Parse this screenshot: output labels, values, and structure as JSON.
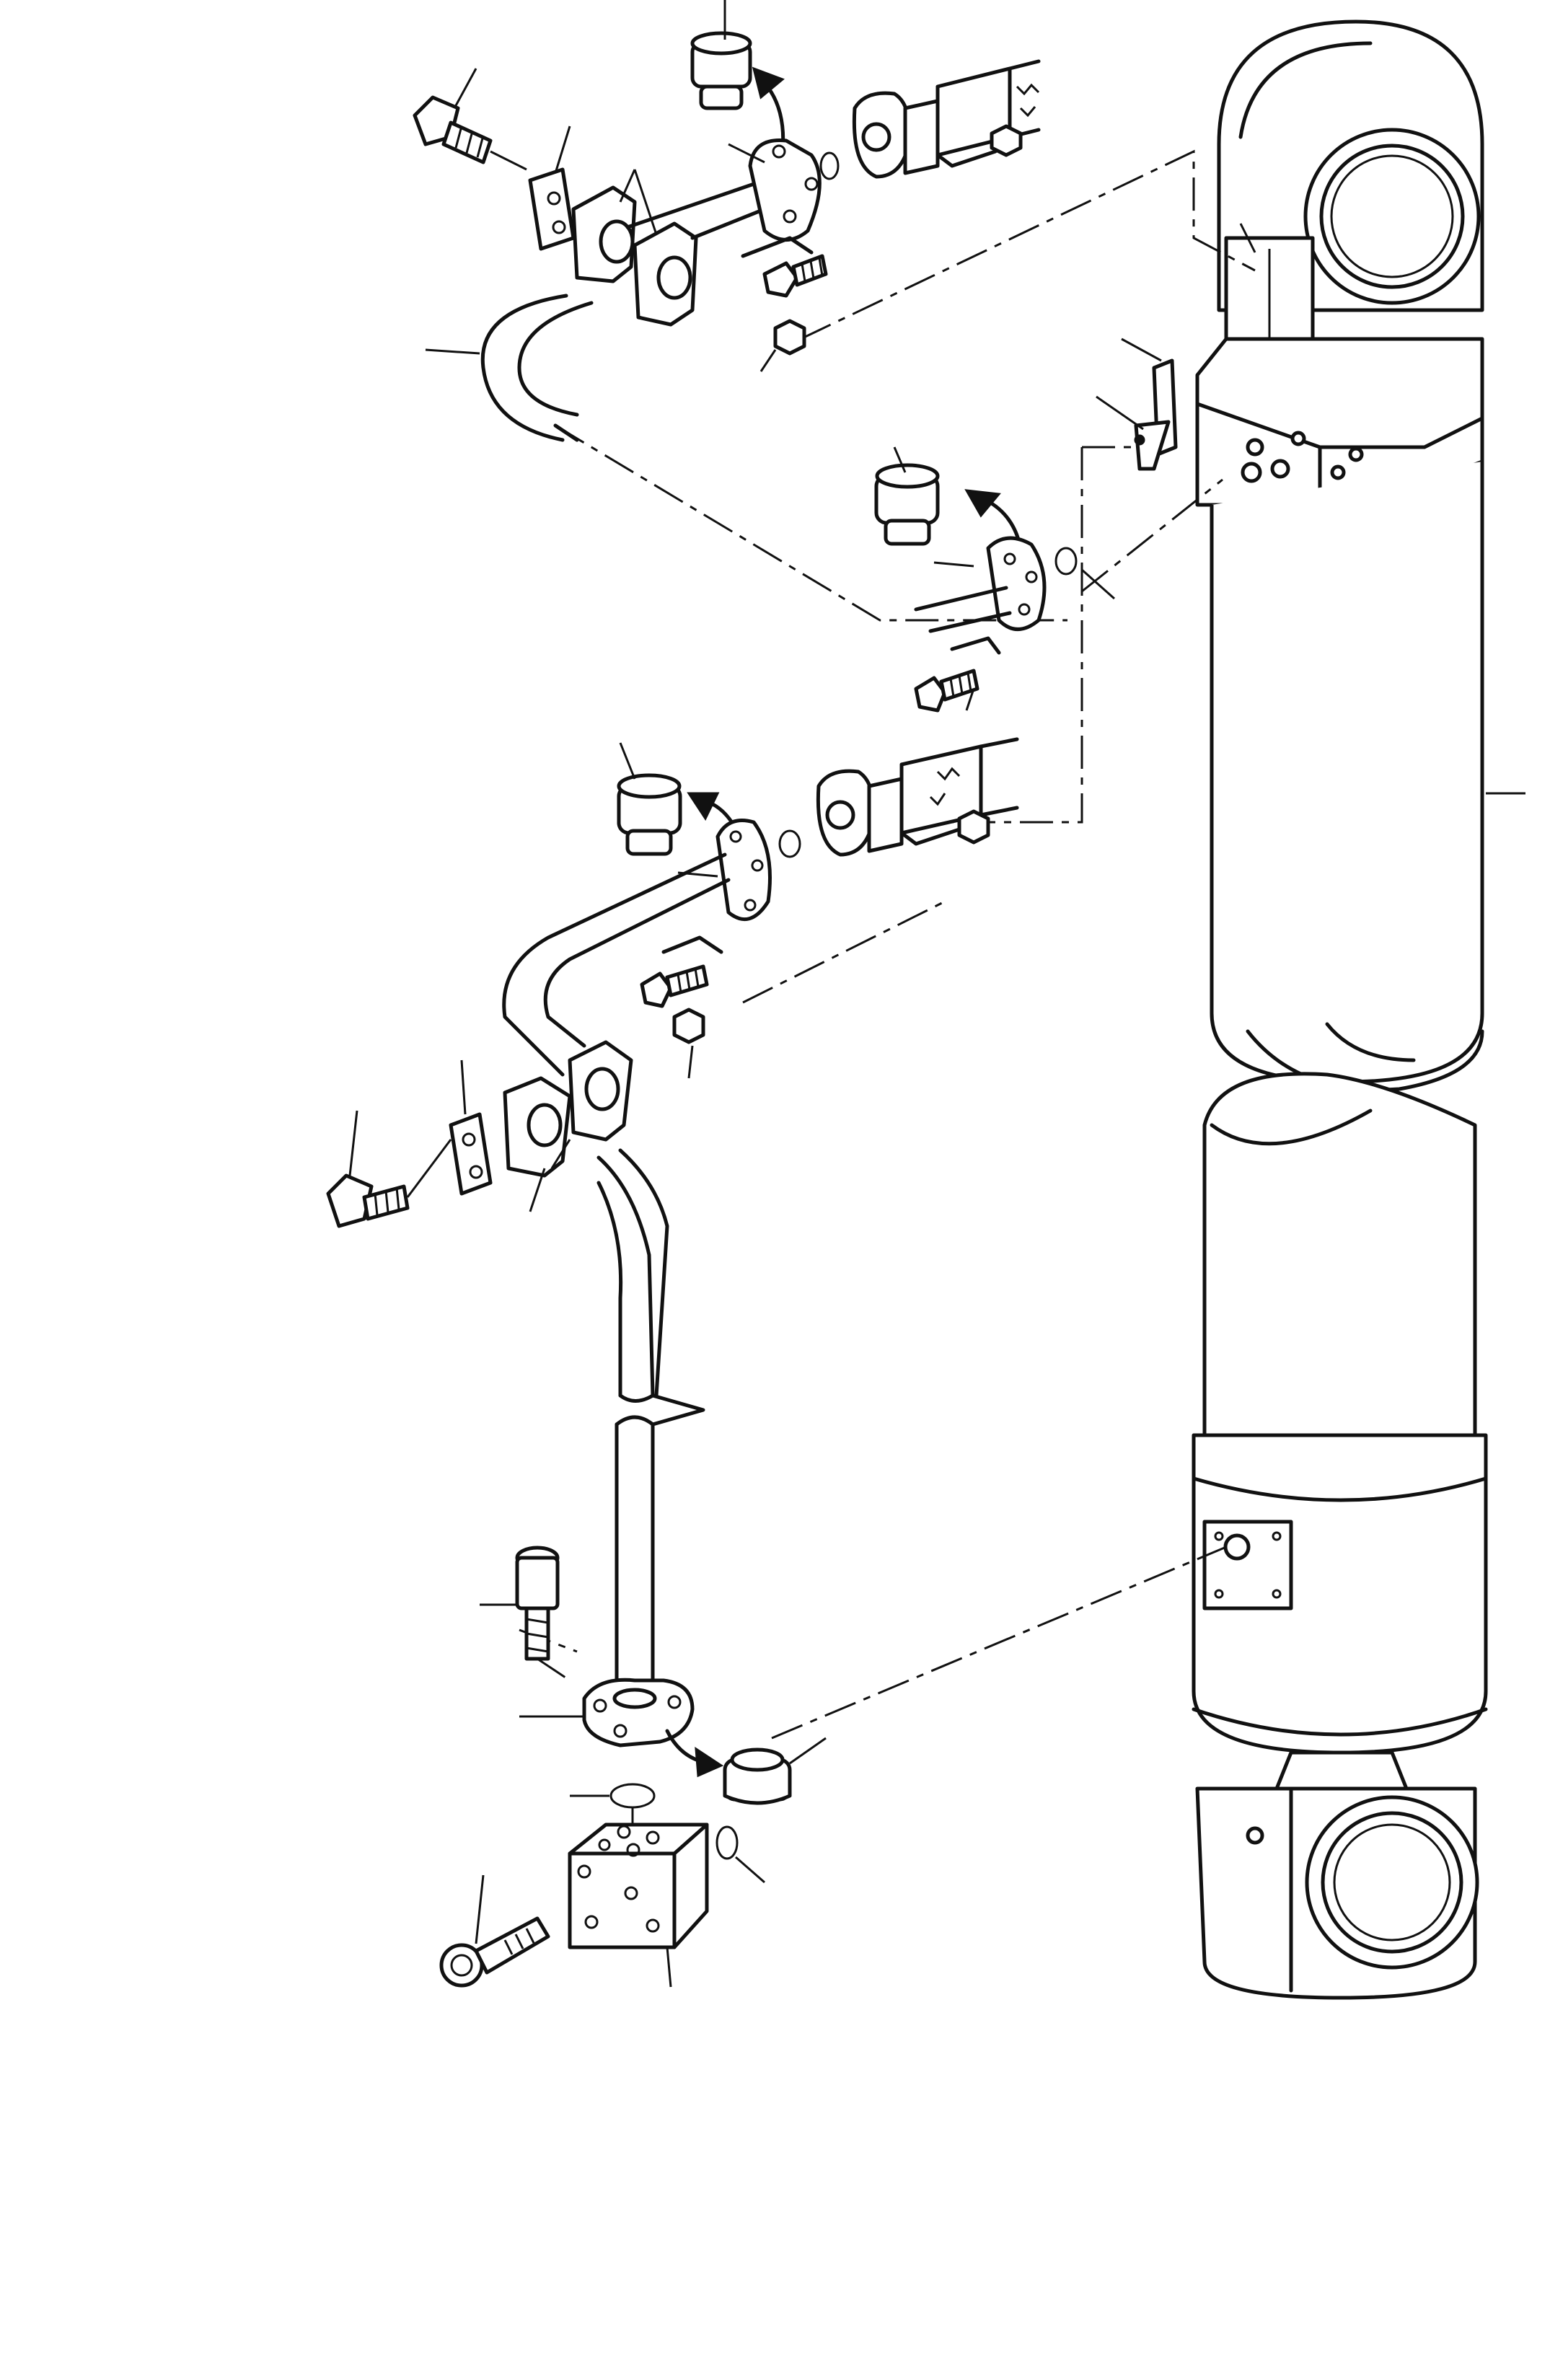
{
  "diagram": {
    "description_labels": [],
    "colors": {
      "ink": "#111111",
      "paper": "#ffffff"
    },
    "components": [
      "hydraulic-cylinder",
      "pipe-upper",
      "pipe-lower",
      "flange-fittings",
      "hoses",
      "pipe-clamps",
      "valve-block",
      "plugs",
      "o-rings",
      "bolts",
      "nuts"
    ]
  }
}
